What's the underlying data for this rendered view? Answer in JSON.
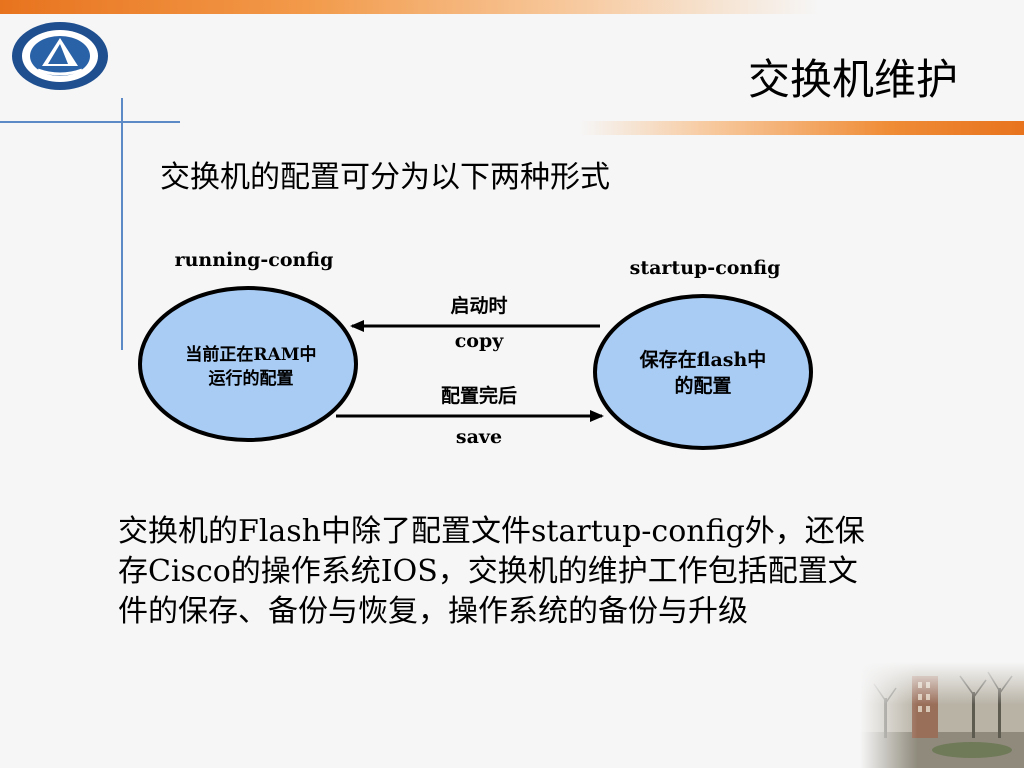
{
  "title": "交换机维护",
  "subtitle": "交换机的配置可分为以下两种形式",
  "diagram": {
    "left_node": {
      "heading": "running-config",
      "line1": "当前正在RAM中",
      "line2": "运行的配置"
    },
    "right_node": {
      "heading": "startup-config",
      "line1": "保存在flash中",
      "line2": "的配置"
    },
    "top_arrow": {
      "label_above": "启动时",
      "label_below": "copy"
    },
    "bottom_arrow": {
      "label_above": "配置完后",
      "label_below": "save"
    }
  },
  "paragraph": "交换机的Flash中除了配置文件startup-config外，还保存Cisco的操作系统IOS，交换机的维护工作包括配置文件的保存、备份与恢复，操作系统的备份与升级",
  "colors": {
    "ellipse_fill": "#a9ccf5",
    "accent_orange": "#e8731e",
    "line_blue": "#5b8ac6"
  }
}
